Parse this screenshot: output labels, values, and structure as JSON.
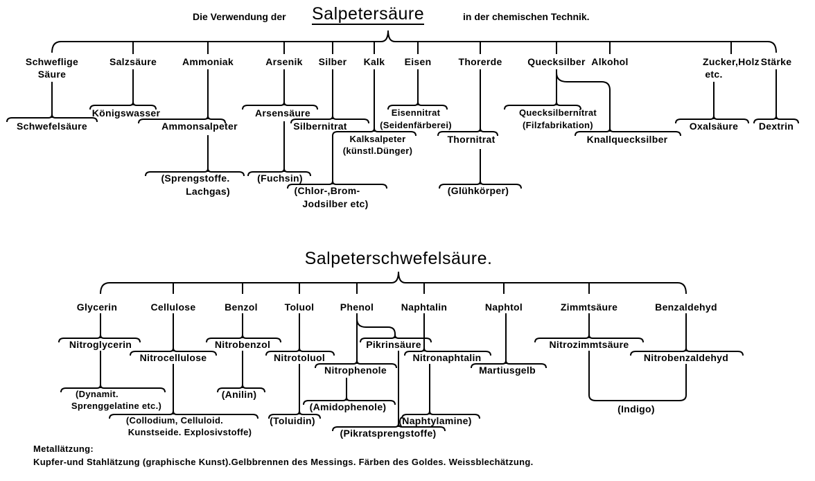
{
  "top": {
    "title_prefix": "Die Verwendung der",
    "title_main": "Salpetersäure",
    "title_suffix": "in der chemischen Technik.",
    "sources": [
      "Schweflige",
      "Säure",
      "Salzsäure",
      "Ammoniak",
      "Arsenik",
      "Silber",
      "Kalk",
      "Eisen",
      "Thorerde",
      "Quecksilber",
      "Alkohol",
      "Zucker,Holz",
      "etc.",
      "Stärke"
    ],
    "products": [
      "Schwefelsäure",
      "Königswasser",
      "Ammonsalpeter",
      "Arsensäure",
      "Silbernitrat",
      "Kalksalpeter",
      "(künstl.Dünger)",
      "Eisennitrat",
      "(Seidenfärberei)",
      "Thornitrat",
      "Quecksilbernitrat",
      "(Filzfabrikation)",
      "Knallquecksilber",
      "Oxalsäure",
      "Dextrin"
    ],
    "uses": [
      "(Sprengstoffe.",
      "Lachgas)",
      "(Fuchsin)",
      "(Chlor-,Brom-",
      "Jodsilber etc)",
      "(Glühkörper)"
    ]
  },
  "bottom": {
    "title": "Salpeterschwefelsäure.",
    "sources": [
      "Glycerin",
      "Cellulose",
      "Benzol",
      "Toluol",
      "Phenol",
      "Naphtalin",
      "Naphtol",
      "Zimmtsäure",
      "Benzaldehyd"
    ],
    "products": [
      "Nitroglycerin",
      "Nitrocellulose",
      "Nitrobenzol",
      "Nitrotoluol",
      "Nitrophenole",
      "Pikrinsäure",
      "Nitronaphtalin",
      "Martiusgelb",
      "Nitrozimmtsäure",
      "Nitrobenzaldehyd"
    ],
    "uses": [
      "(Dynamit.",
      "Sprenggelatine etc.)",
      "(Anilin)",
      "(Collodium, Celluloid.",
      "Kunstseide. Explosivstoffe)",
      "(Toluidin)",
      "(Amidophenole)",
      "(Pikratsprengstoffe)",
      "(Naphtylamine)",
      "(Indigo)"
    ]
  },
  "footer": {
    "heading": "Metallätzung:",
    "text": "Kupfer-und Stahlätzung (graphische Kunst).Gelbbrennen des Messings. Färben des Goldes. Weissblechätzung."
  }
}
